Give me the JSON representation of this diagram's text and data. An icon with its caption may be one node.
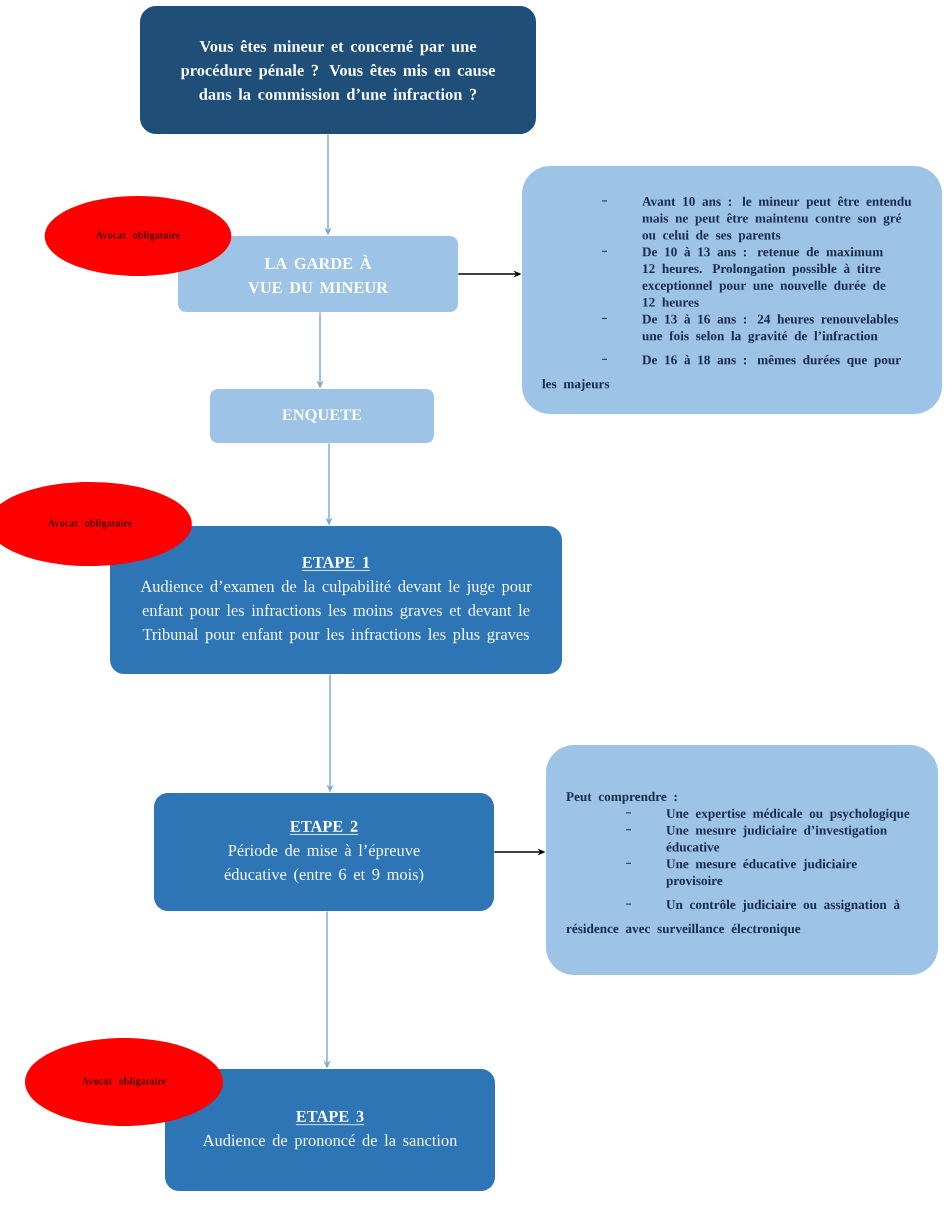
{
  "diagram": {
    "nodes": [
      {
        "text": [
          "Vous êtes mineur et concerné par une procédure pénale ? Vous êtes mis en cause dans la commission d’une infraction ?"
        ]
      },
      {
        "text": [
          "Avocat obligatoire"
        ]
      },
      {
        "text": [
          "LA GARDE À VUE DU MINEUR"
        ]
      },
      {
        "text": [
          "Avant 10 ans : le mineur peut être entendu mais ne peut être maintenu contre son gré ou celui de ses parents",
          "De 10 à 13 ans : retenue de maximum 12 heures. Prolongation possible à titre exceptionnel pour une nouvelle durée de 12 heures",
          "De 13 à 16 ans : 24 heures renouvelables une fois selon la gravité de l’infraction",
          "De 16 à 18 ans : mêmes durées que pour les majeurs"
        ]
      },
      {
        "text": [
          "ENQUETE"
        ]
      },
      {
        "text": [
          "Avocat obligatoire"
        ]
      },
      {
        "text": [
          "ETAPE 1",
          "Audience d’examen de la culpabilité devant le juge pour enfant pour les infractions les moins graves et devant le Tribunal pour enfant pour les infractions les plus graves"
        ]
      },
      {
        "text": [
          "ETAPE 2",
          "Période de mise à l’épreuve éducative (entre 6 et 9 mois)"
        ]
      },
      {
        "text": [
          "Peut comprendre :",
          "Une expertise médicale ou psychologique",
          "Une mesure judiciaire d’investigation éducative",
          "Une mesure éducative judiciaire provisoire",
          "Un contrôle judiciaire ou assignation à résidence avec surveillance électronique"
        ]
      },
      {
        "text": [
          "Avocat obligatoire"
        ]
      },
      {
        "text": [
          "ETAPE 3",
          "Audience de prononcé de la sanction"
        ]
      }
    ],
    "edges": [
      {
        "from": 0,
        "to": 2,
        "arrow": "to"
      },
      {
        "from": 2,
        "to": 3,
        "arrow": "to",
        "color": "#000000"
      },
      {
        "from": 2,
        "to": 4,
        "arrow": "to"
      },
      {
        "from": 4,
        "to": 6,
        "arrow": "to"
      },
      {
        "from": 6,
        "to": 7,
        "arrow": "to"
      },
      {
        "from": 7,
        "to": 8,
        "arrow": "to",
        "color": "#000000"
      },
      {
        "from": 7,
        "to": 10,
        "arrow": "to"
      }
    ]
  }
}
